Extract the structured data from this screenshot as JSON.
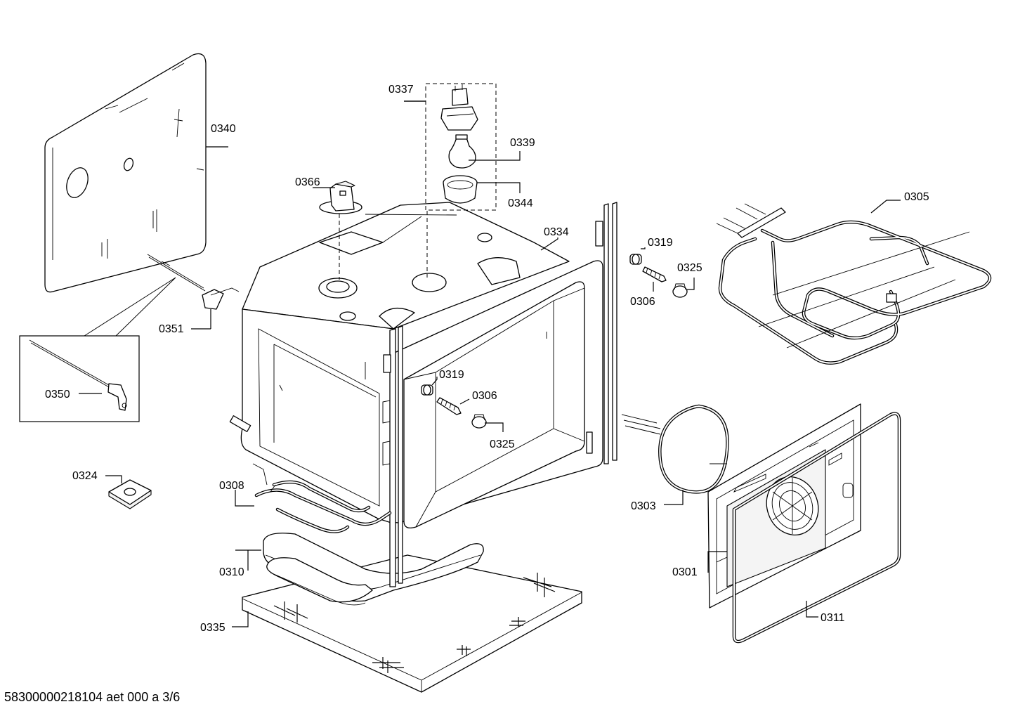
{
  "parts": {
    "p0340": "0340",
    "p0337": "0337",
    "p0339": "0339",
    "p0366": "0366",
    "p0344": "0344",
    "p0305": "0305",
    "p0334": "0334",
    "p0319a": "0319",
    "p0325a": "0325",
    "p0306a": "0306",
    "p0351": "0351",
    "p0319b": "0319",
    "p0306b": "0306",
    "p0350": "0350",
    "p0325b": "0325",
    "p0324": "0324",
    "p0308": "0308",
    "p0303": "0303",
    "p0301": "0301",
    "p0310": "0310",
    "p0311": "0311",
    "p0335": "0335"
  },
  "footer": "58300000218104 aet 000 a 3/6"
}
